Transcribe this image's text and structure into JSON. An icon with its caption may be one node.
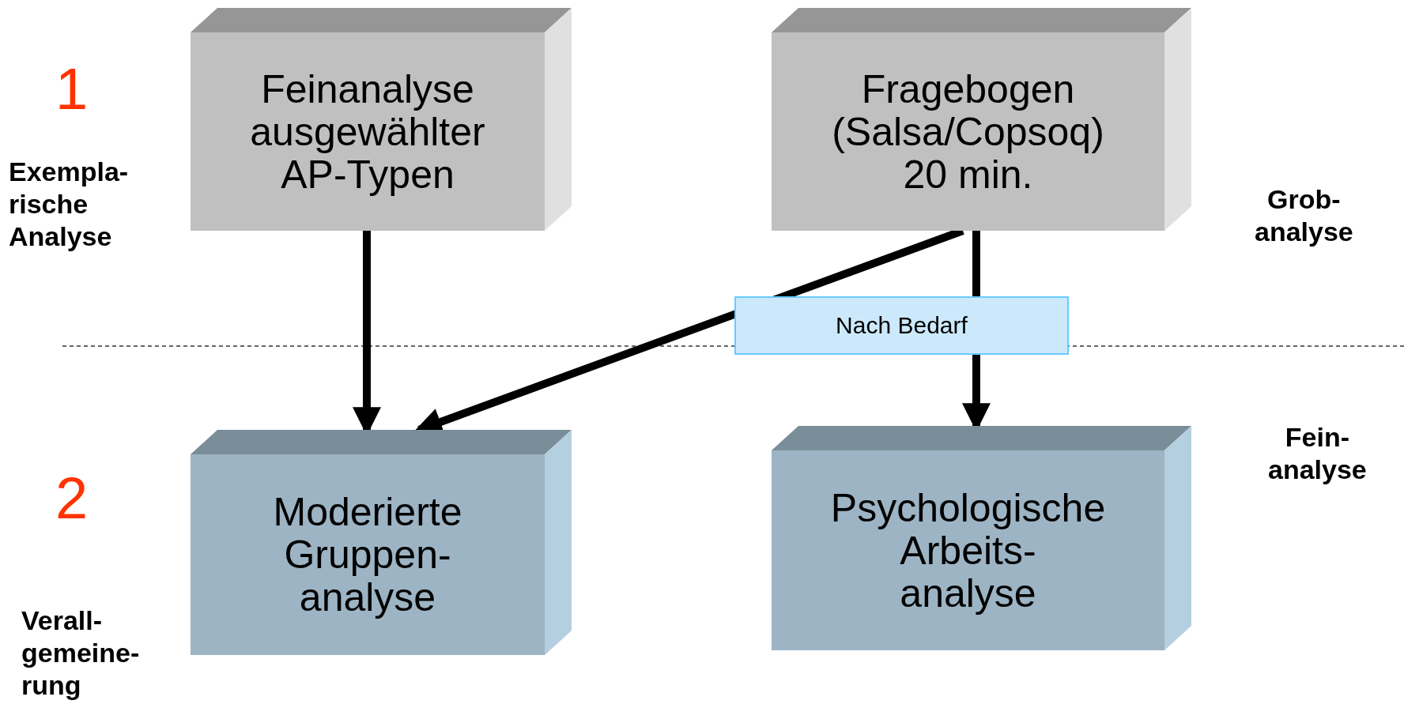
{
  "diagram": {
    "nodes": [
      {
        "text": [
          "Feinanalyse ausgewählter AP-Typen"
        ]
      },
      {
        "text": [
          "Fragebogen (Salsa/Copsoq) 20 min."
        ]
      },
      {
        "text": [
          "Moderierte Gruppen- analyse"
        ]
      },
      {
        "text": [
          "Psychologische Arbeits- analyse"
        ]
      }
    ],
    "edges": [
      {
        "from": 0,
        "to": 2,
        "arrow": "to"
      },
      {
        "from": 1,
        "to": 2,
        "arrow": "to"
      },
      {
        "from": 1,
        "to": 3,
        "arrow": "to",
        "label": "Nach Bedarf"
      }
    ],
    "labels": [
      "1",
      "Exempla- rische Analyse",
      "Grob- analyse",
      "2",
      "Fein- analyse",
      "Verall- gemeine- rung"
    ]
  }
}
